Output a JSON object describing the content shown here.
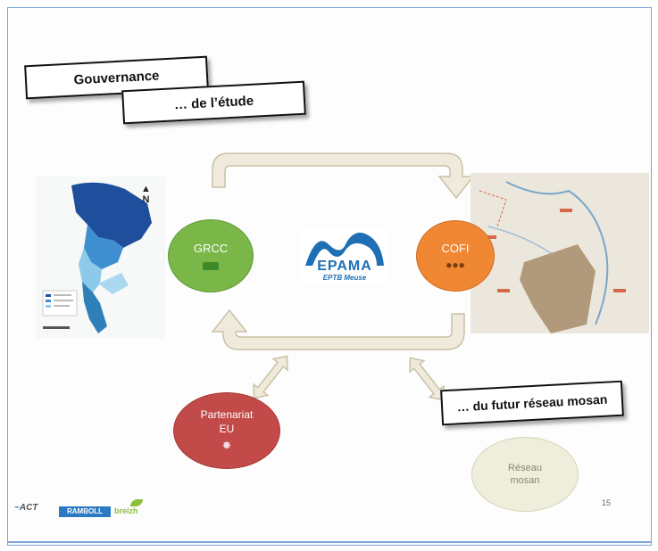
{
  "slide": {
    "title_main": "Gouvernance",
    "title_sub": "… de l’étude",
    "callout": "… du futur réseau mosan",
    "page_number": "15"
  },
  "nodes": {
    "grcc": {
      "label": "GRCC",
      "color": "#7ab648"
    },
    "cofi": {
      "label": "COFI",
      "color": "#ef8733"
    },
    "partenariat": {
      "label_line1": "Partenariat",
      "label_line2": "EU",
      "color": "#c24a48"
    },
    "reseau": {
      "label_line1": "Réseau",
      "label_line2": "mosan",
      "color": "#efeedd"
    }
  },
  "center_logo": {
    "name": "EPAMA",
    "sub": "EPTB Meuse",
    "color": "#1f6fb4"
  },
  "left_map": {
    "north_label": "N"
  },
  "footer_logos": {
    "act": "ACT",
    "ramboll": "RAMBOLL",
    "third": "breizh"
  },
  "colors": {
    "arrow_fill": "#efeadc",
    "arrow_stroke": "#c9c1a5",
    "frame": "#7da7d9"
  }
}
